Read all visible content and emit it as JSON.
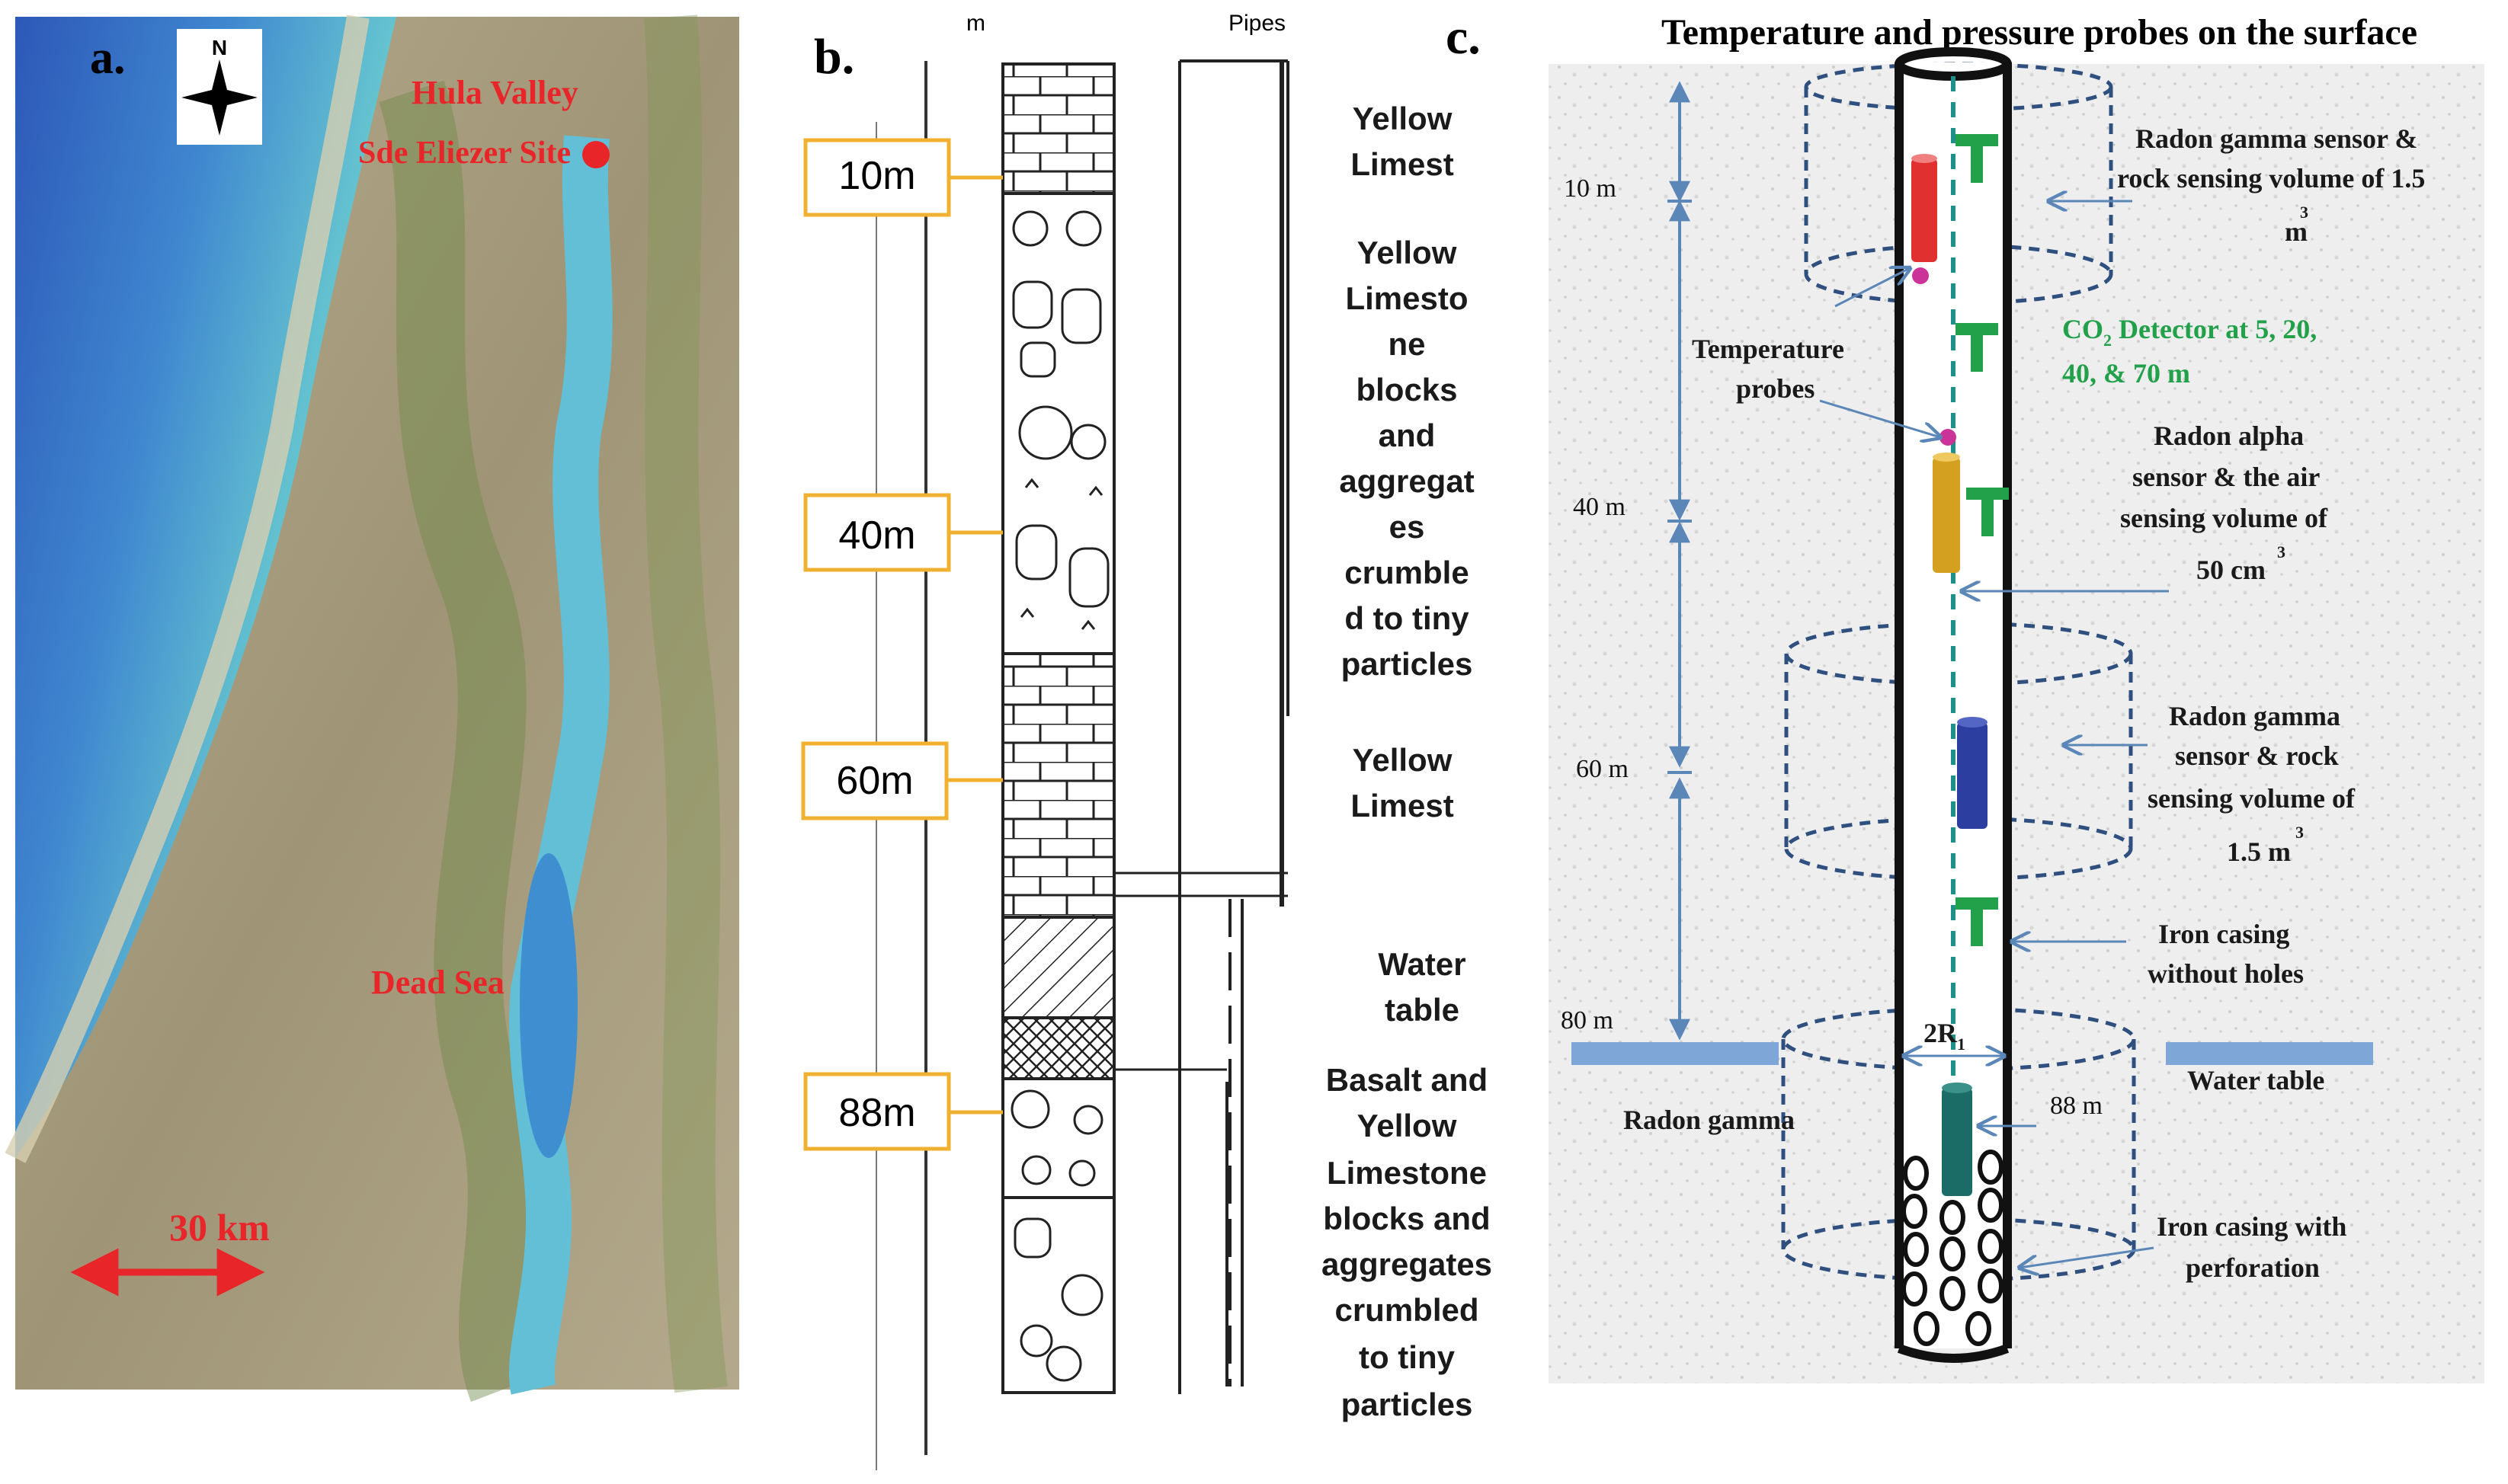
{
  "panel_a": {
    "letter": "a.",
    "compass": "N",
    "place_hula": "Hula Valley",
    "place_site": "Sde Eliezer Site",
    "place_deadsea": "Dead Sea",
    "scale": "30 km",
    "colors": {
      "sea_deep": "#2f6fc0",
      "sea_shallow": "#7fd4d8",
      "land": "#a59a7e",
      "marker": "#e8262a"
    }
  },
  "panel_b": {
    "letter": "b.",
    "header_m": "m",
    "header_pipes": "Pipes",
    "depth_boxes": [
      "10m",
      "40m",
      "60m",
      "88m"
    ],
    "descriptions": [
      [
        "Yellow",
        "Limest"
      ],
      [
        "Yellow",
        "Limesto",
        "ne",
        "blocks",
        "and",
        "aggregat",
        "es",
        "crumble",
        "d to tiny",
        "particles"
      ],
      [
        "Yellow",
        "Limest"
      ],
      [
        "Water",
        "table"
      ],
      [
        "Basalt and",
        "Yellow",
        "Limestone",
        "blocks and",
        "aggregates",
        "crumbled",
        "to tiny",
        "particles"
      ]
    ]
  },
  "panel_c": {
    "letter": "c.",
    "title": "Temperature and pressure probes on the surface",
    "depths": [
      "10 m",
      "40 m",
      "60 m",
      "80 m",
      "88 m"
    ],
    "labels": {
      "gamma1": [
        "Radon gamma sensor &",
        "rock sensing volume of 1.5",
        "m",
        "3"
      ],
      "co2": [
        "CO",
        "2",
        " Detector at 5, 20,",
        "40, & 70 m"
      ],
      "temp": [
        "Temperature",
        "probes"
      ],
      "alpha": [
        "Radon alpha",
        "sensor & the air",
        "sensing volume of",
        "50 cm",
        "3"
      ],
      "gamma2": [
        "Radon gamma",
        "sensor & rock",
        "sensing volume of",
        "1.5 m",
        "3"
      ],
      "casing": [
        "Iron casing",
        "without holes"
      ],
      "radius": [
        "2R",
        "1"
      ],
      "watertable": "Water table",
      "radongamma": "Radon gamma",
      "perforation": [
        "Iron casing with",
        "perforation"
      ]
    },
    "colors": {
      "arrow": "#5b86b8",
      "co2_text": "#22a04a",
      "red_sensor": "#e03030",
      "alpha_sensor": "#d4a020",
      "gamma_sensor": "#2c3fa0",
      "teal_sensor": "#1b6b66",
      "water": "#7ea6d6"
    }
  }
}
